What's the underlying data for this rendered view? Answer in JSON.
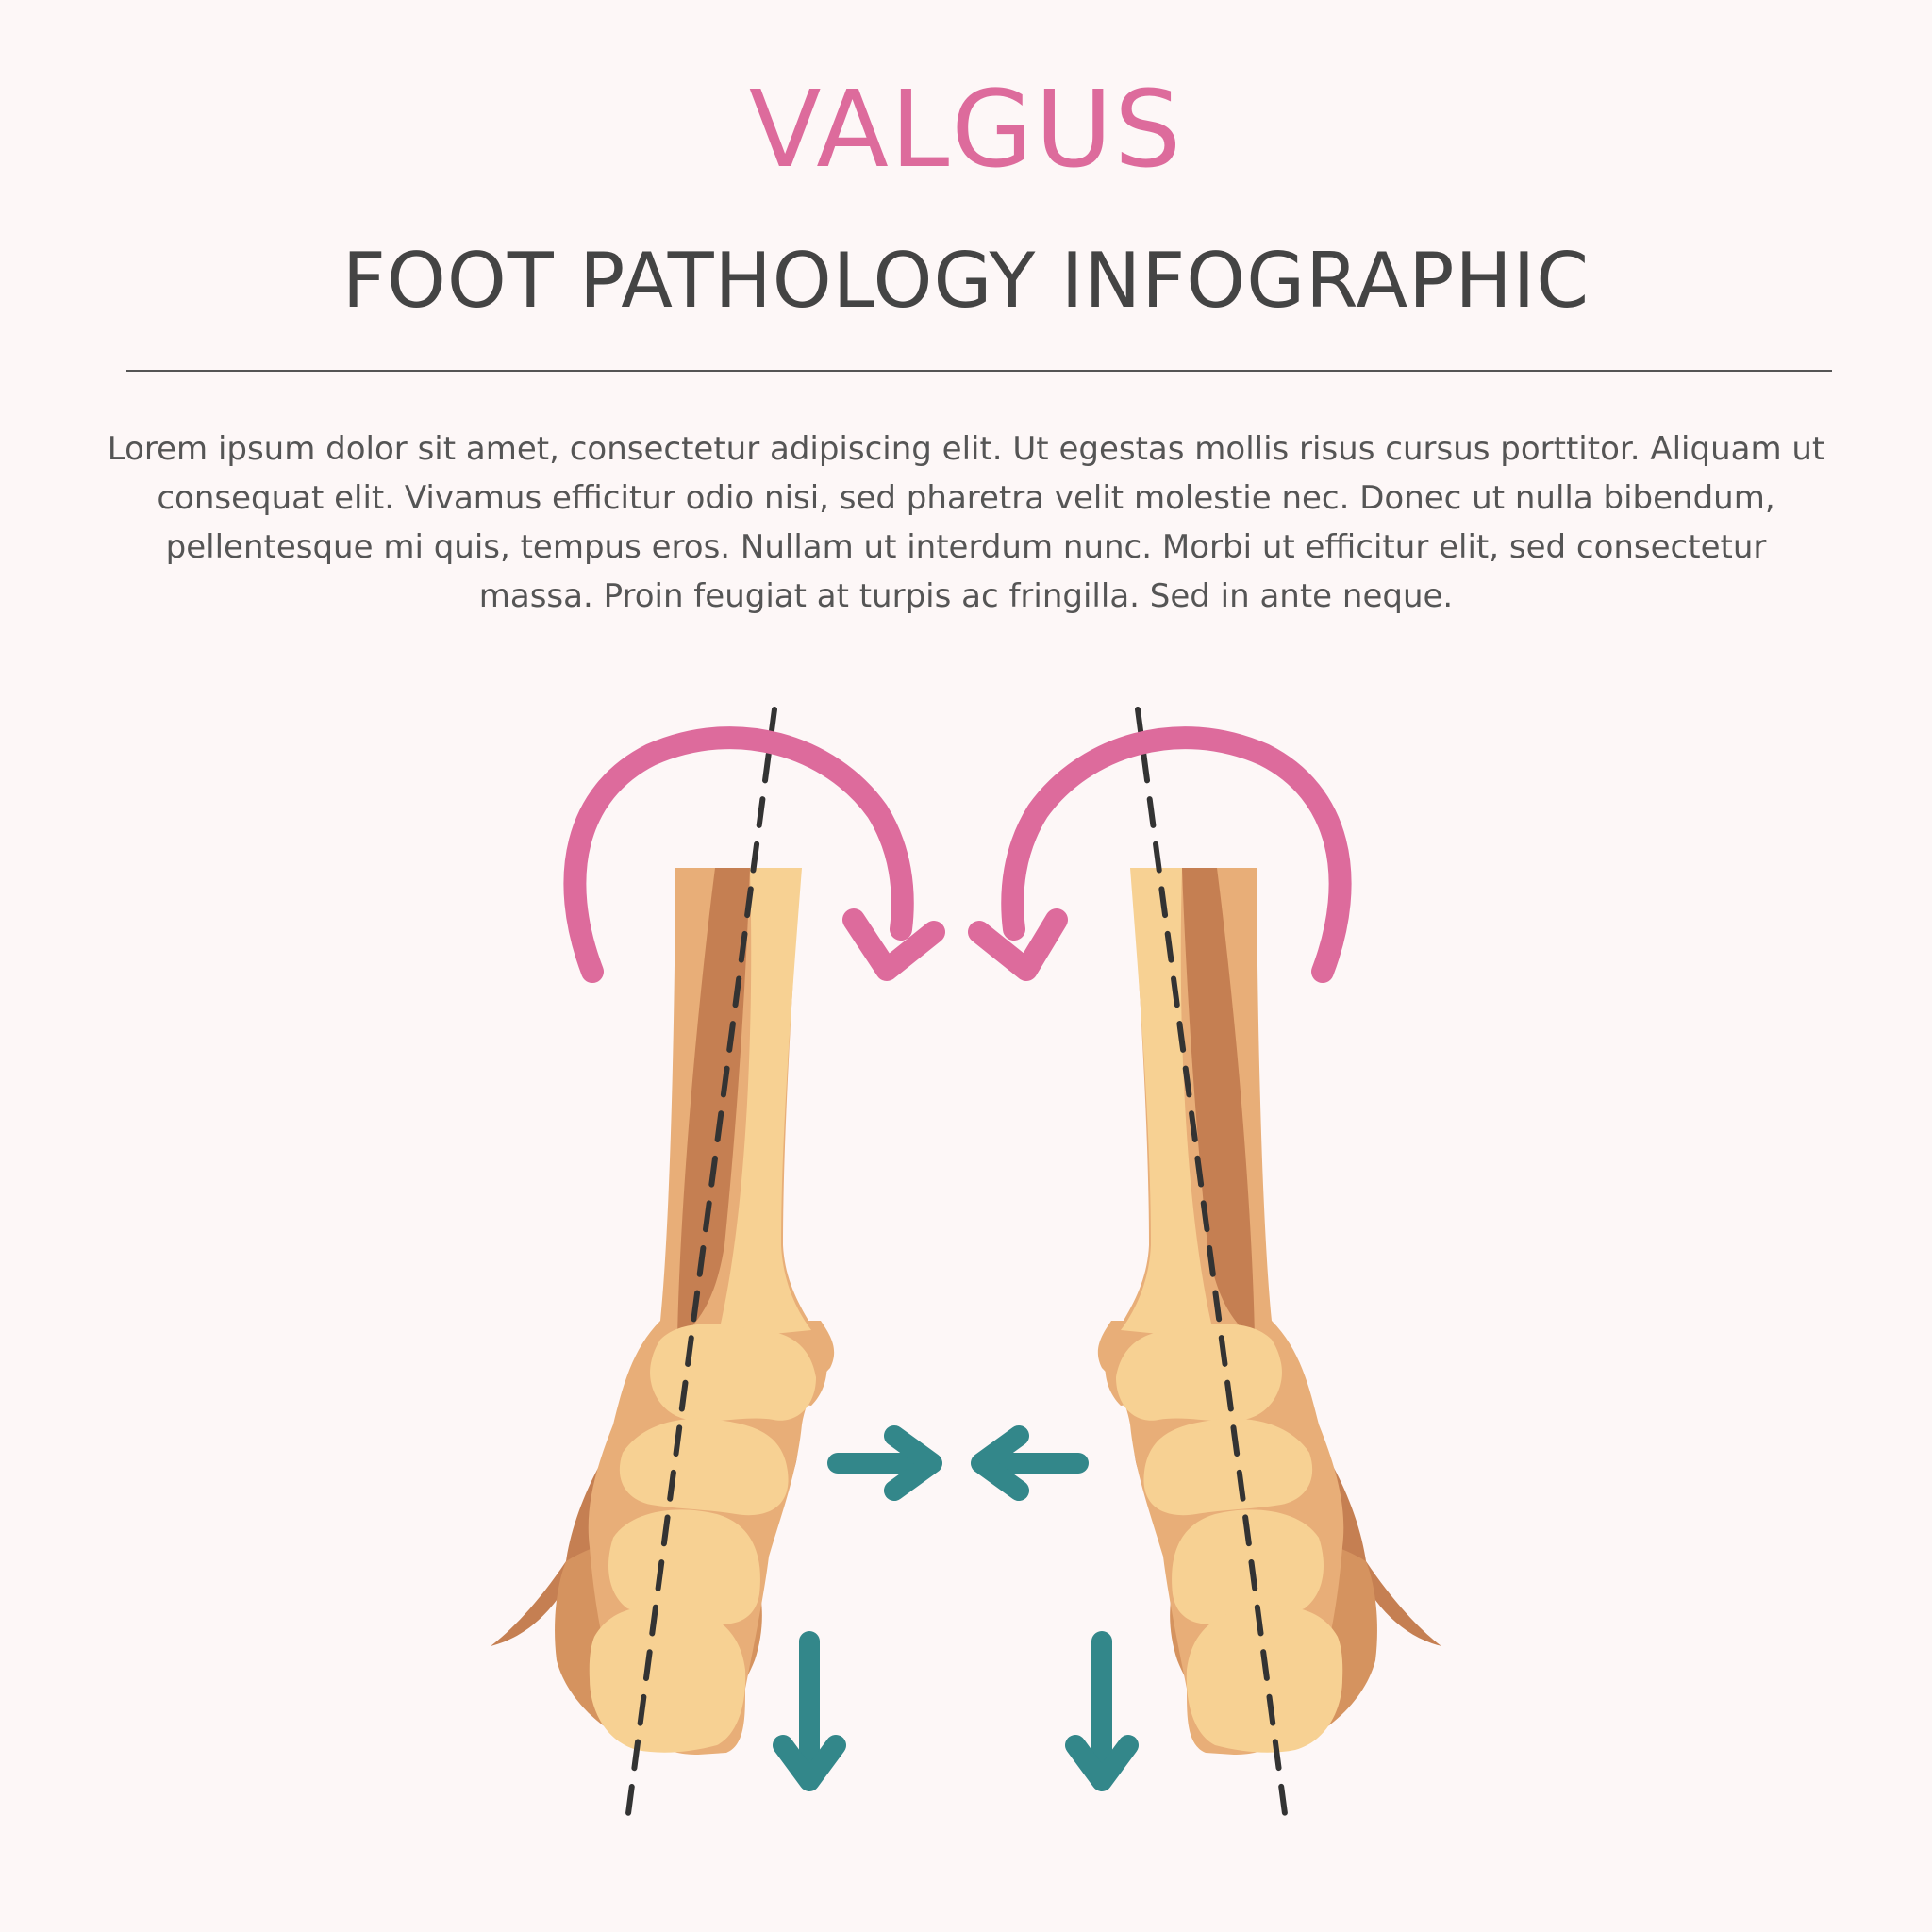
{
  "header": {
    "title": "VALGUS",
    "subtitle": "FOOT PATHOLOGY INFOGRAPHIC"
  },
  "body": {
    "description": "Lorem ipsum dolor sit amet, consectetur adipiscing elit. Ut egestas mollis risus cursus porttitor. Aliquam ut consequat elit. Vivamus efficitur odio nisi, sed pharetra velit molestie nec. Donec ut nulla bibendum, pellentesque mi quis, tempus eros. Nullam ut interdum nunc. Morbi ut efficitur elit, sed consectetur massa. Proin feugiat at turpis ac fringilla. Sed in ante neque."
  },
  "colors": {
    "title": "#dd6b9c",
    "rotation_arrow": "#dd6b9c",
    "force_arrow": "#33878a",
    "bone_light": "#f7d193",
    "bone_mid": "#e8ae78",
    "bone_dark": "#c57f52",
    "axis_line": "#333333",
    "background": "#fdf7f7"
  },
  "diagram": {
    "feet": [
      {
        "side": "left",
        "rotation": "clockwise",
        "tilt": "valgus"
      },
      {
        "side": "right",
        "rotation": "counterclockwise",
        "tilt": "valgus"
      }
    ],
    "icons": [
      "rotation-arrow-icon",
      "inward-arrow-icon",
      "down-arrow-icon",
      "axis-line"
    ]
  }
}
